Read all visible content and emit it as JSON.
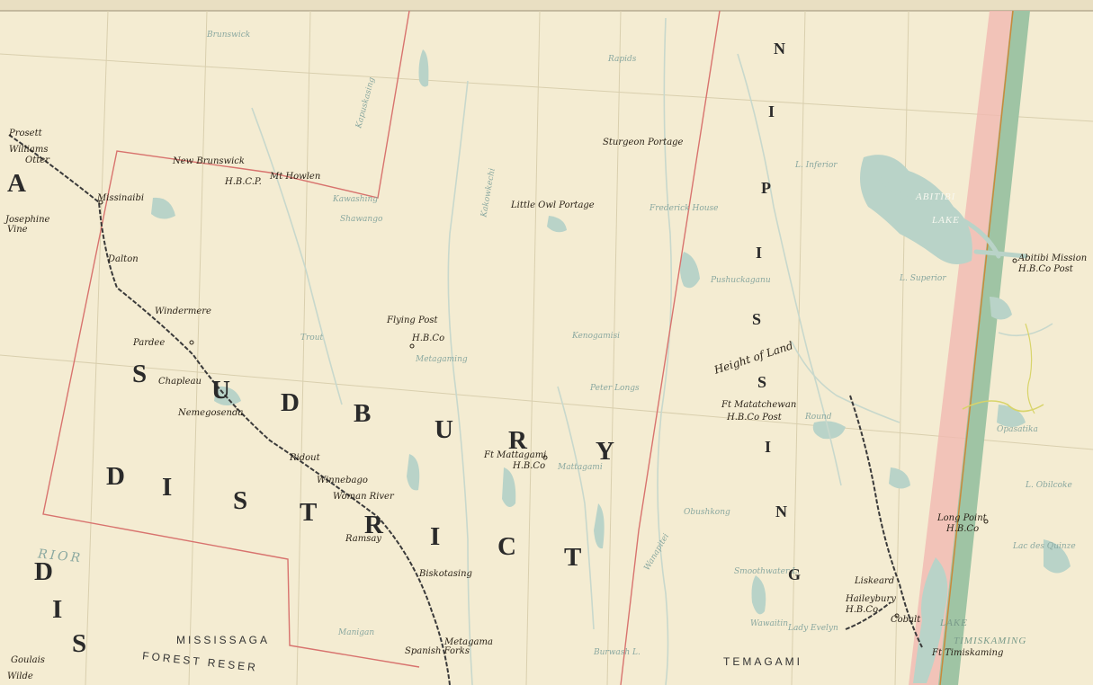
{
  "district_letters": {
    "sudbury": [
      "S",
      "U",
      "D",
      "B",
      "U",
      "R",
      "Y"
    ],
    "district": [
      "D",
      "I",
      "S",
      "T",
      "R",
      "I",
      "C",
      "T"
    ],
    "nipissing": [
      "N",
      "I",
      "P",
      "I",
      "S",
      "S",
      "I",
      "N",
      "G"
    ],
    "left_dis": [
      "D",
      "I",
      "S"
    ],
    "left_a": "A"
  },
  "places": {
    "prosett": "Prosett",
    "williams": "Williams",
    "otter": "Otter",
    "missinaibi": "Missinaibi",
    "josephine": "Josephine",
    "vine": "Vine",
    "dalton": "Dalton",
    "windermere": "Windermere",
    "pardee": "Pardee",
    "chapleau": "Chapleau",
    "nemegosenda": "Nemegosenda",
    "ridout": "Ridout",
    "winnebago": "Winnebago",
    "woman_river": "Woman River",
    "ramsay": "Ramsay",
    "biskotasing": "Biskotasing",
    "metagama": "Metagama",
    "spanish_forks": "Spanish Forks",
    "new_brunswick": "New Brunswick",
    "hbco_p": "H.B.C.P.",
    "mt_howlen": "Mt Howlen",
    "flying_post": "Flying Post",
    "flying_post_hbc": "H.B.Co",
    "little_owl_portage": "Little Owl Portage",
    "sturgeon_portage": "Sturgeon Portage",
    "ft_mattagami": "Ft Mattagami",
    "ft_mattagami_hbc": "H.B.Co",
    "ft_matatchewan": "Ft Matatchewan",
    "ft_matatchewan_post": "H.B.Co Post",
    "height_of_land": "Height of Land",
    "abitibi_lake_1": "ABITIBI",
    "abitibi_lake_2": "LAKE",
    "abitibi_mission": "Abitibi Mission",
    "abitibi_mission_post": "H.B.Co Post",
    "long_point": "Long Point",
    "long_point_hbc": "H.B.Co",
    "liskeard": "Liskeard",
    "haileybury": "Haileybury",
    "haileybury_hbc": "H.B.Co",
    "cobalt": "Cobalt",
    "lake_timiskaming_1": "LAKE",
    "lake_timiskaming_2": "TIMISKAMING",
    "ft_timiskaming": "Ft Timiskaming",
    "goulais": "Goulais",
    "wilde": "Wilde"
  },
  "faint_labels": {
    "brunswick": "Brunswick",
    "kapuskasing": "Kapuskasing",
    "shawango": "Shawango",
    "kawashing": "Kawashing",
    "mattagami": "Mattagami",
    "kenogamisi": "Kenogamisi",
    "peter_longs": "Peter Longs",
    "metagaming": "Metagaming",
    "trout": "Trout",
    "wawaitin": "Wawaitin",
    "lady_evelyn": "Lady Evelyn",
    "obushkong": "Obushkong",
    "l_inferior": "L. Inferior",
    "l_superior": "L. Superior",
    "opasatika": "Opasatika",
    "l_obilcoke": "L. Obilcoke",
    "des_quinze": "Lac des Quinze",
    "round": "Round",
    "smoothwater": "Smoothwater L.",
    "burwash": "Burwash L.",
    "wanapitei": "Wanapitei",
    "kakowkechi": "Kakowkechi",
    "rapids": "Rapids",
    "frederick_house": "Frederick House",
    "pushuckaganu": "Pushuckaganu",
    "manigan": "Manigan"
  },
  "forest_reserves": {
    "mississaga_1": "MISSISSAGA",
    "mississaga_2": "FOREST RESER",
    "temagami": "TEMAGAMI",
    "rior": "RIOR"
  },
  "colors": {
    "paper": "#f4ecd2",
    "water": "#b9d3c8",
    "boundary": "#d8736e",
    "railway": "#3a3a3a",
    "quebec_border_green": "#9fc4a4",
    "quebec_border_pink": "#f1b9b2",
    "river": "#c8d8cc"
  }
}
